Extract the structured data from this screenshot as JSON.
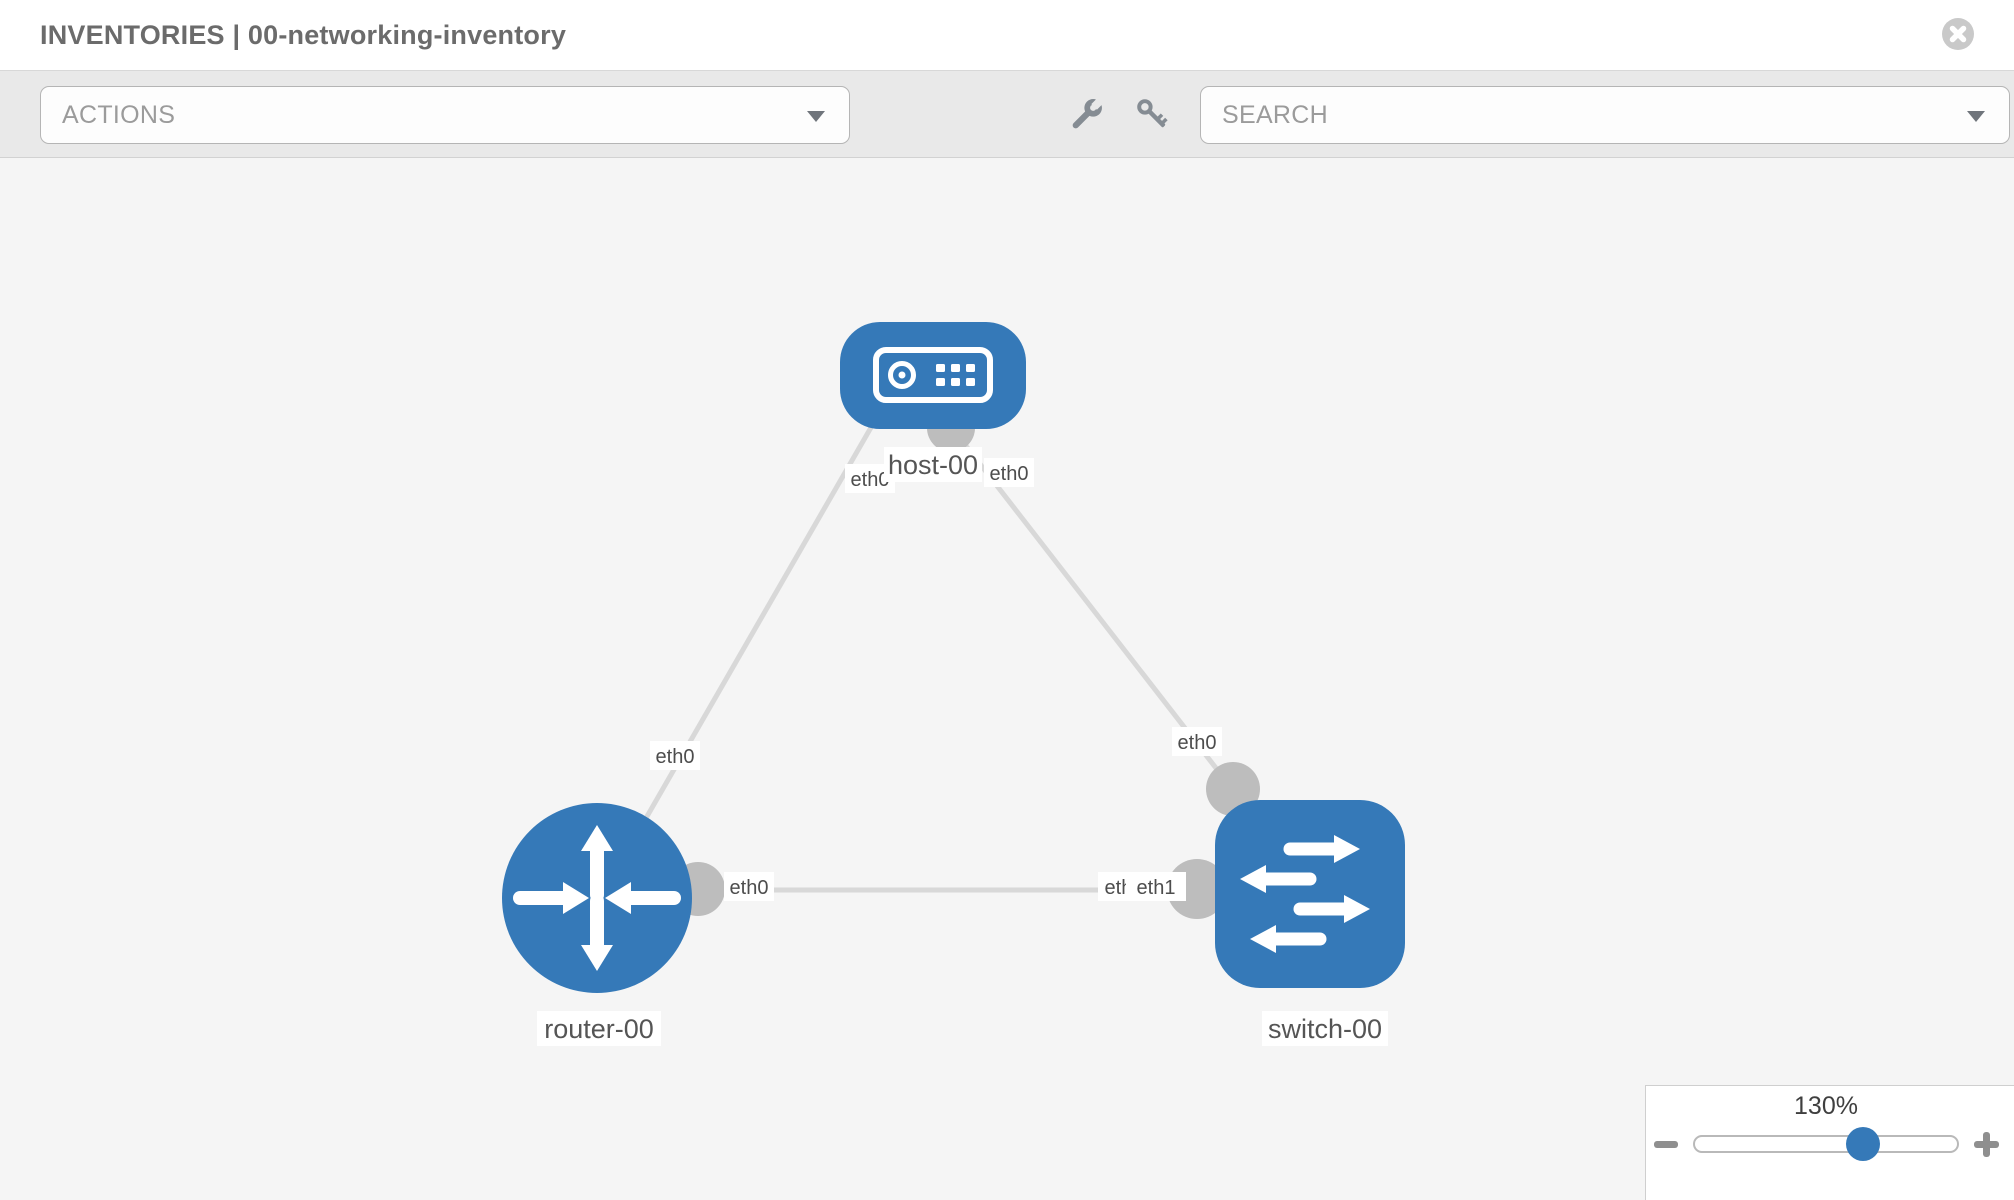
{
  "header": {
    "title": "INVENTORIES | 00-networking-inventory"
  },
  "toolbar": {
    "actions_placeholder": "ACTIONS",
    "search_placeholder": "SEARCH"
  },
  "zoom_control": {
    "level": "130%"
  },
  "colors": {
    "node_blue": "#3579b8",
    "connector_gray": "#bdbdbd",
    "link_gray": "#d8d8d8",
    "chip_bg": "#ffffff",
    "toolbar_bg": "#e9e9e9",
    "canvas_bg": "#f5f5f5"
  },
  "topology": {
    "nodes": [
      {
        "id": "host-00",
        "type": "host",
        "label": "host-00"
      },
      {
        "id": "router-00",
        "type": "router",
        "label": "router-00"
      },
      {
        "id": "switch-00",
        "type": "switch",
        "label": "switch-00"
      }
    ],
    "links": [
      {
        "from": "host-00",
        "to": "router-00",
        "from_interface": "eth0",
        "to_interface": "eth0"
      },
      {
        "from": "host-00",
        "to": "switch-00",
        "from_interface": "eth0",
        "to_interface": "eth0"
      },
      {
        "from": "router-00",
        "to": "switch-00",
        "from_interface": "eth0",
        "to_interface": "eth1"
      }
    ],
    "interface_labels": [
      {
        "label": "eth0"
      },
      {
        "label": "eth0"
      },
      {
        "label": "eth0"
      },
      {
        "label": "eth0"
      },
      {
        "label": "eth0"
      },
      {
        "label": "eth1"
      },
      {
        "label": "eth0"
      }
    ]
  }
}
